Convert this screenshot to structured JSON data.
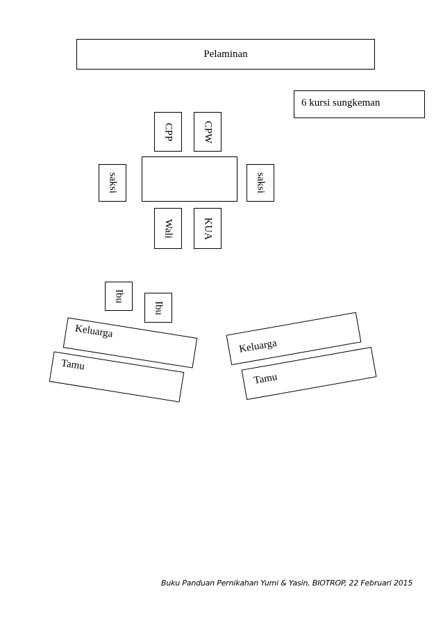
{
  "pelaminan": "Pelaminan",
  "note": "6 kursi sungkeman",
  "chairs": {
    "cpp": "CPP",
    "cpw": "CPW",
    "saksi_left": "saksi",
    "saksi_right": "saksi",
    "wali": "Wali",
    "kua": "KUA"
  },
  "mothers": [
    "Ibu",
    "Ibu"
  ],
  "left_benches": {
    "keluarga": "Keluarga",
    "tamu": "Tamu"
  },
  "right_benches": {
    "keluarga": "Keluarga",
    "tamu": "Tamu"
  },
  "footer": "Buku Panduan Pernikahan Yumi & Yasin, BIOTROP, 22 Februari 2015"
}
